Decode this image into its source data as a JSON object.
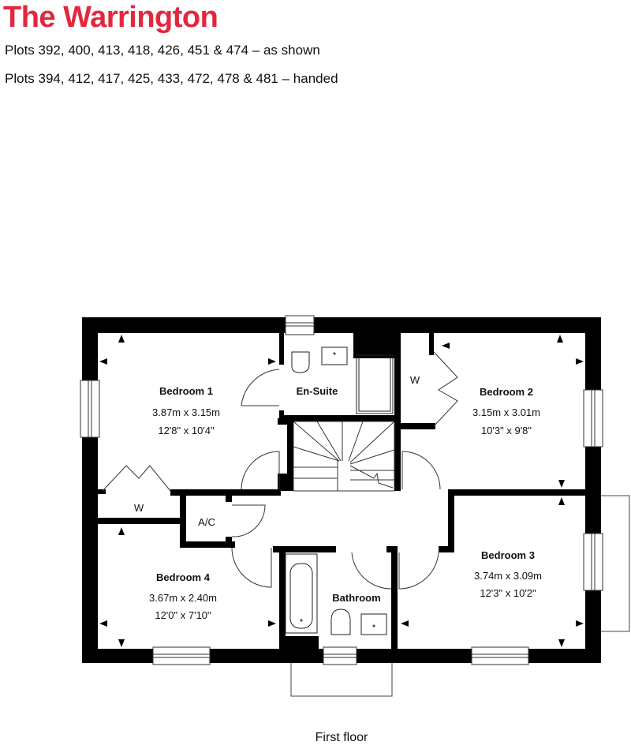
{
  "header": {
    "title": "The Warrington",
    "plots_as_shown": "Plots 392, 400, 413, 418, 426, 451 & 474 – as shown",
    "plots_handed": "Plots 394, 412, 417, 425, 433, 472, 478 & 481 – handed"
  },
  "colors": {
    "title": "#e3273d",
    "walls": "#000000",
    "background": "#ffffff"
  },
  "floor_plan": {
    "caption": "First floor",
    "rooms": [
      {
        "name": "Bedroom 1",
        "metric": "3.87m x 3.15m",
        "imperial": "12'8\" x 10'4\""
      },
      {
        "name": "En-Suite",
        "metric": "",
        "imperial": ""
      },
      {
        "name": "Bedroom 2",
        "metric": "3.15m x 3.01m",
        "imperial": "10'3\" x 9'8\""
      },
      {
        "name": "Bedroom 3",
        "metric": "3.74m x 3.09m",
        "imperial": "12'3\" x 10'2\""
      },
      {
        "name": "Bedroom 4",
        "metric": "3.67m x 2.40m",
        "imperial": "12'0\" x 7'10\""
      },
      {
        "name": "Bathroom",
        "metric": "",
        "imperial": ""
      }
    ],
    "labels": {
      "wardrobe_bed1": "W",
      "wardrobe_bed2": "W",
      "airing_cupboard": "A/C"
    }
  }
}
